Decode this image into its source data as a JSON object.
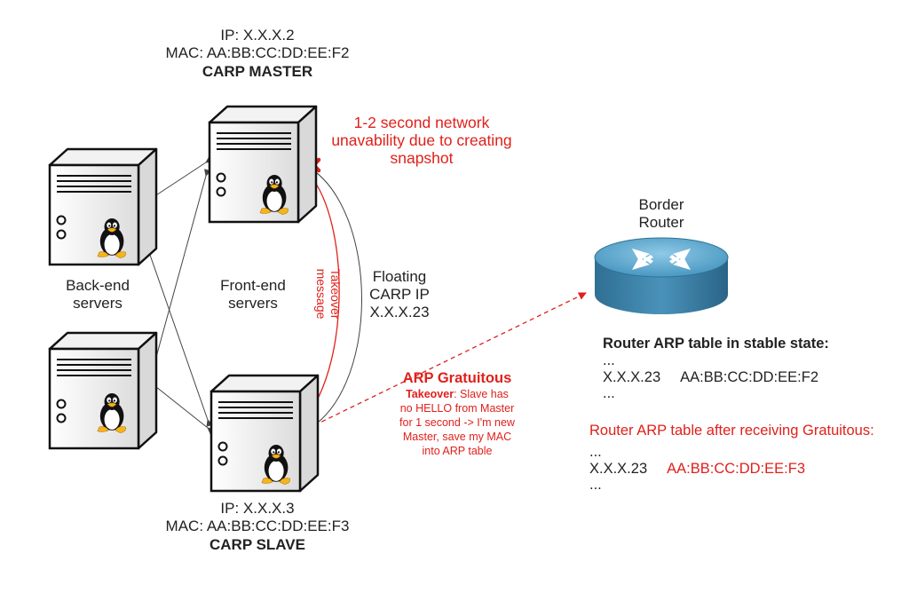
{
  "master": {
    "ip": "IP: X.X.X.2",
    "mac": "MAC: AA:BB:CC:DD:EE:F2",
    "role": "CARP MASTER"
  },
  "slave": {
    "ip": "IP: X.X.X.3",
    "mac": "MAC: AA:BB:CC:DD:EE:F3",
    "role": "CARP SLAVE"
  },
  "backend_label": "Back-end servers",
  "backend_label_lines": [
    "Back-end",
    "servers"
  ],
  "frontend_label_lines": [
    "Front-end",
    "servers"
  ],
  "outage_note_lines": [
    "1-2 second network",
    "unavability due to creating",
    "snapshot"
  ],
  "takeover_message_lines": [
    "Takeover",
    "message"
  ],
  "floating_ip_lines": [
    "Floating",
    "CARP IP",
    "X.X.X.23"
  ],
  "arp_gratuitous": {
    "title": "ARP Gratuitous",
    "takeover_keyword": "Takeover",
    "line1_rest": ": Slave has",
    "lines": [
      "no HELLO from Master",
      "for 1 second -> I'm new",
      "Master, save my MAC",
      "into ARP table"
    ]
  },
  "router_label_lines": [
    "Border",
    "Router"
  ],
  "arp_table_stable": {
    "title": "Router ARP table in stable state:",
    "ellipsis_top": "...",
    "ip": "X.X.X.23",
    "mac": "AA:BB:CC:DD:EE:F2",
    "ellipsis_bottom": "..."
  },
  "arp_table_after": {
    "title": "Router ARP table after receiving Gratuitous:",
    "ellipsis_top": "...",
    "ip": "X.X.X.23",
    "mac": "AA:BB:CC:DD:EE:F3",
    "ellipsis_bottom": "..."
  },
  "colors": {
    "alert_red": "#e0201b",
    "router_blue": "#3d85a8",
    "router_top": "#5aa9cf",
    "server_gray": "#e8e8e8"
  }
}
